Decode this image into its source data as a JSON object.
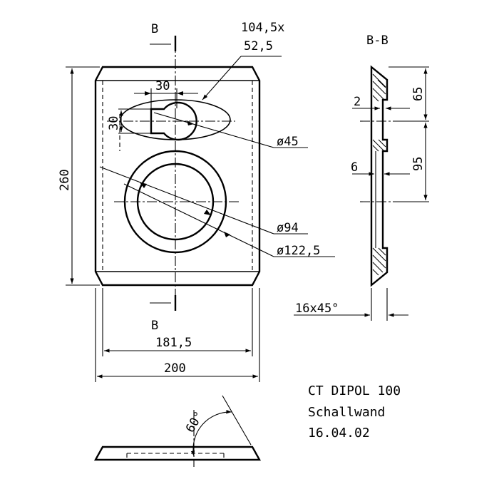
{
  "front_view": {
    "section_mark_top": "B",
    "section_mark_bottom": "B",
    "dim_height": "260",
    "dim_slot_width": "30",
    "dim_slot_height": "30",
    "dim_oval": "104,5x",
    "dim_oval_2": "52,5",
    "dim_tweeter_hole": "ø45",
    "dim_woofer_inner": "ø94",
    "dim_woofer_outer": "ø122,5",
    "dim_inner_width": "181,5",
    "dim_outer_width": "200"
  },
  "section_view": {
    "title": "B-B",
    "dim_top": "65",
    "dim_lower": "95",
    "dim_recess_1": "2",
    "dim_recess_2": "6",
    "dim_chamfer": "16x45°"
  },
  "bottom_view": {
    "dim_angle": "60°"
  },
  "title_block": {
    "line1": "CT DIPOL 100",
    "line2": "Schallwand",
    "line3": "16.04.02"
  }
}
